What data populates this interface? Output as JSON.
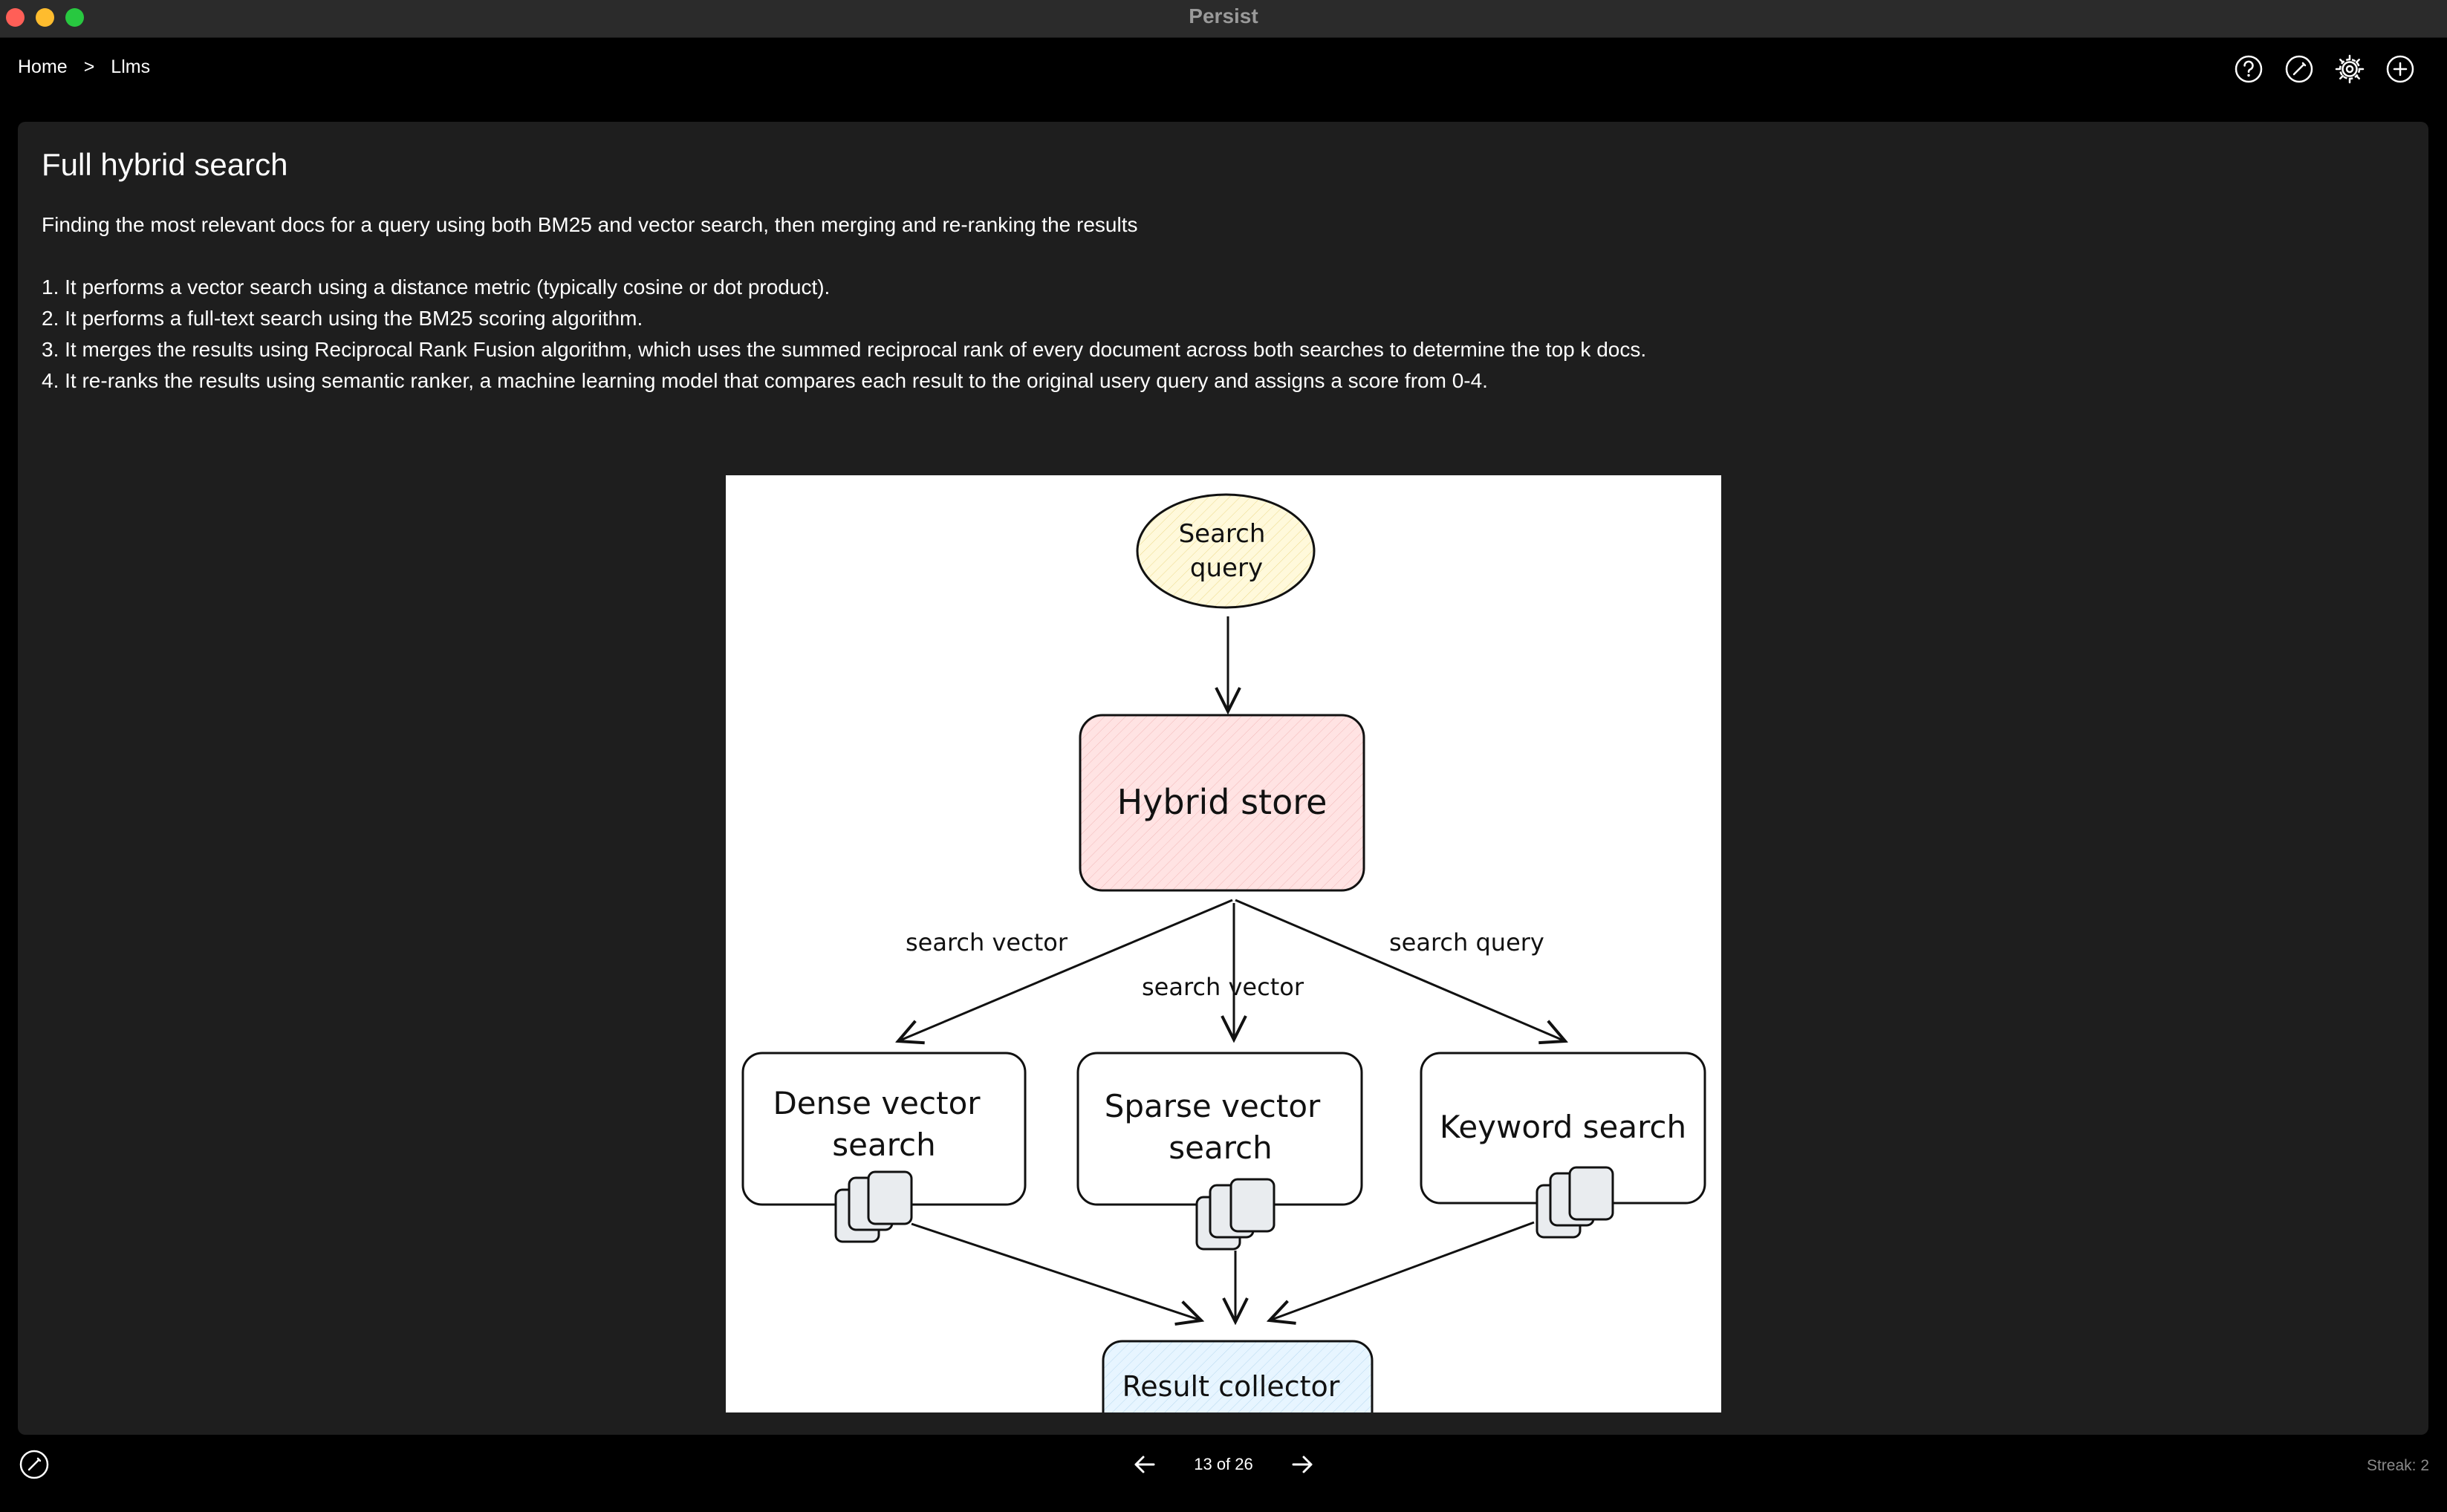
{
  "window": {
    "title": "Persist"
  },
  "breadcrumb": {
    "home": "Home",
    "separator": ">",
    "current": "Llms"
  },
  "header": {
    "icons": [
      "help-icon",
      "edit-icon",
      "settings-icon",
      "add-icon"
    ]
  },
  "card": {
    "title": "Full hybrid search",
    "summary": "Finding the most relevant docs for a query using both BM25 and vector search, then merging and re-ranking the results",
    "steps": [
      "1. It performs a vector search using a distance metric (typically cosine or dot product).",
      "2. It performs a full-text search using the BM25 scoring algorithm.",
      "3. It merges the results using Reciprocal Rank Fusion algorithm, which uses the summed reciprocal rank of every document across both searches to determine the top k docs.",
      "4. It re-ranks the results using semantic ranker, a machine learning model that compares each result to the original usery query and assigns a score from 0-4."
    ]
  },
  "diagram": {
    "nodes": {
      "query_line1": "Search",
      "query_line2": "query",
      "store": "Hybrid store",
      "dense_line1": "Dense vector",
      "dense_line2": "search",
      "sparse_line1": "Sparse vector",
      "sparse_line2": "search",
      "keyword": "Keyword search",
      "collector": "Result collector"
    },
    "edge_labels": {
      "left": "search vector",
      "middle": "search vector",
      "right": "search query"
    },
    "colors": {
      "query_fill": "#fff9db",
      "store_fill": "#ffe3e3",
      "collector_fill": "#e7f5ff",
      "doc_fill": "#e9ecef"
    }
  },
  "footer": {
    "page_indicator": "13 of 26",
    "streak": "Streak: 2"
  }
}
